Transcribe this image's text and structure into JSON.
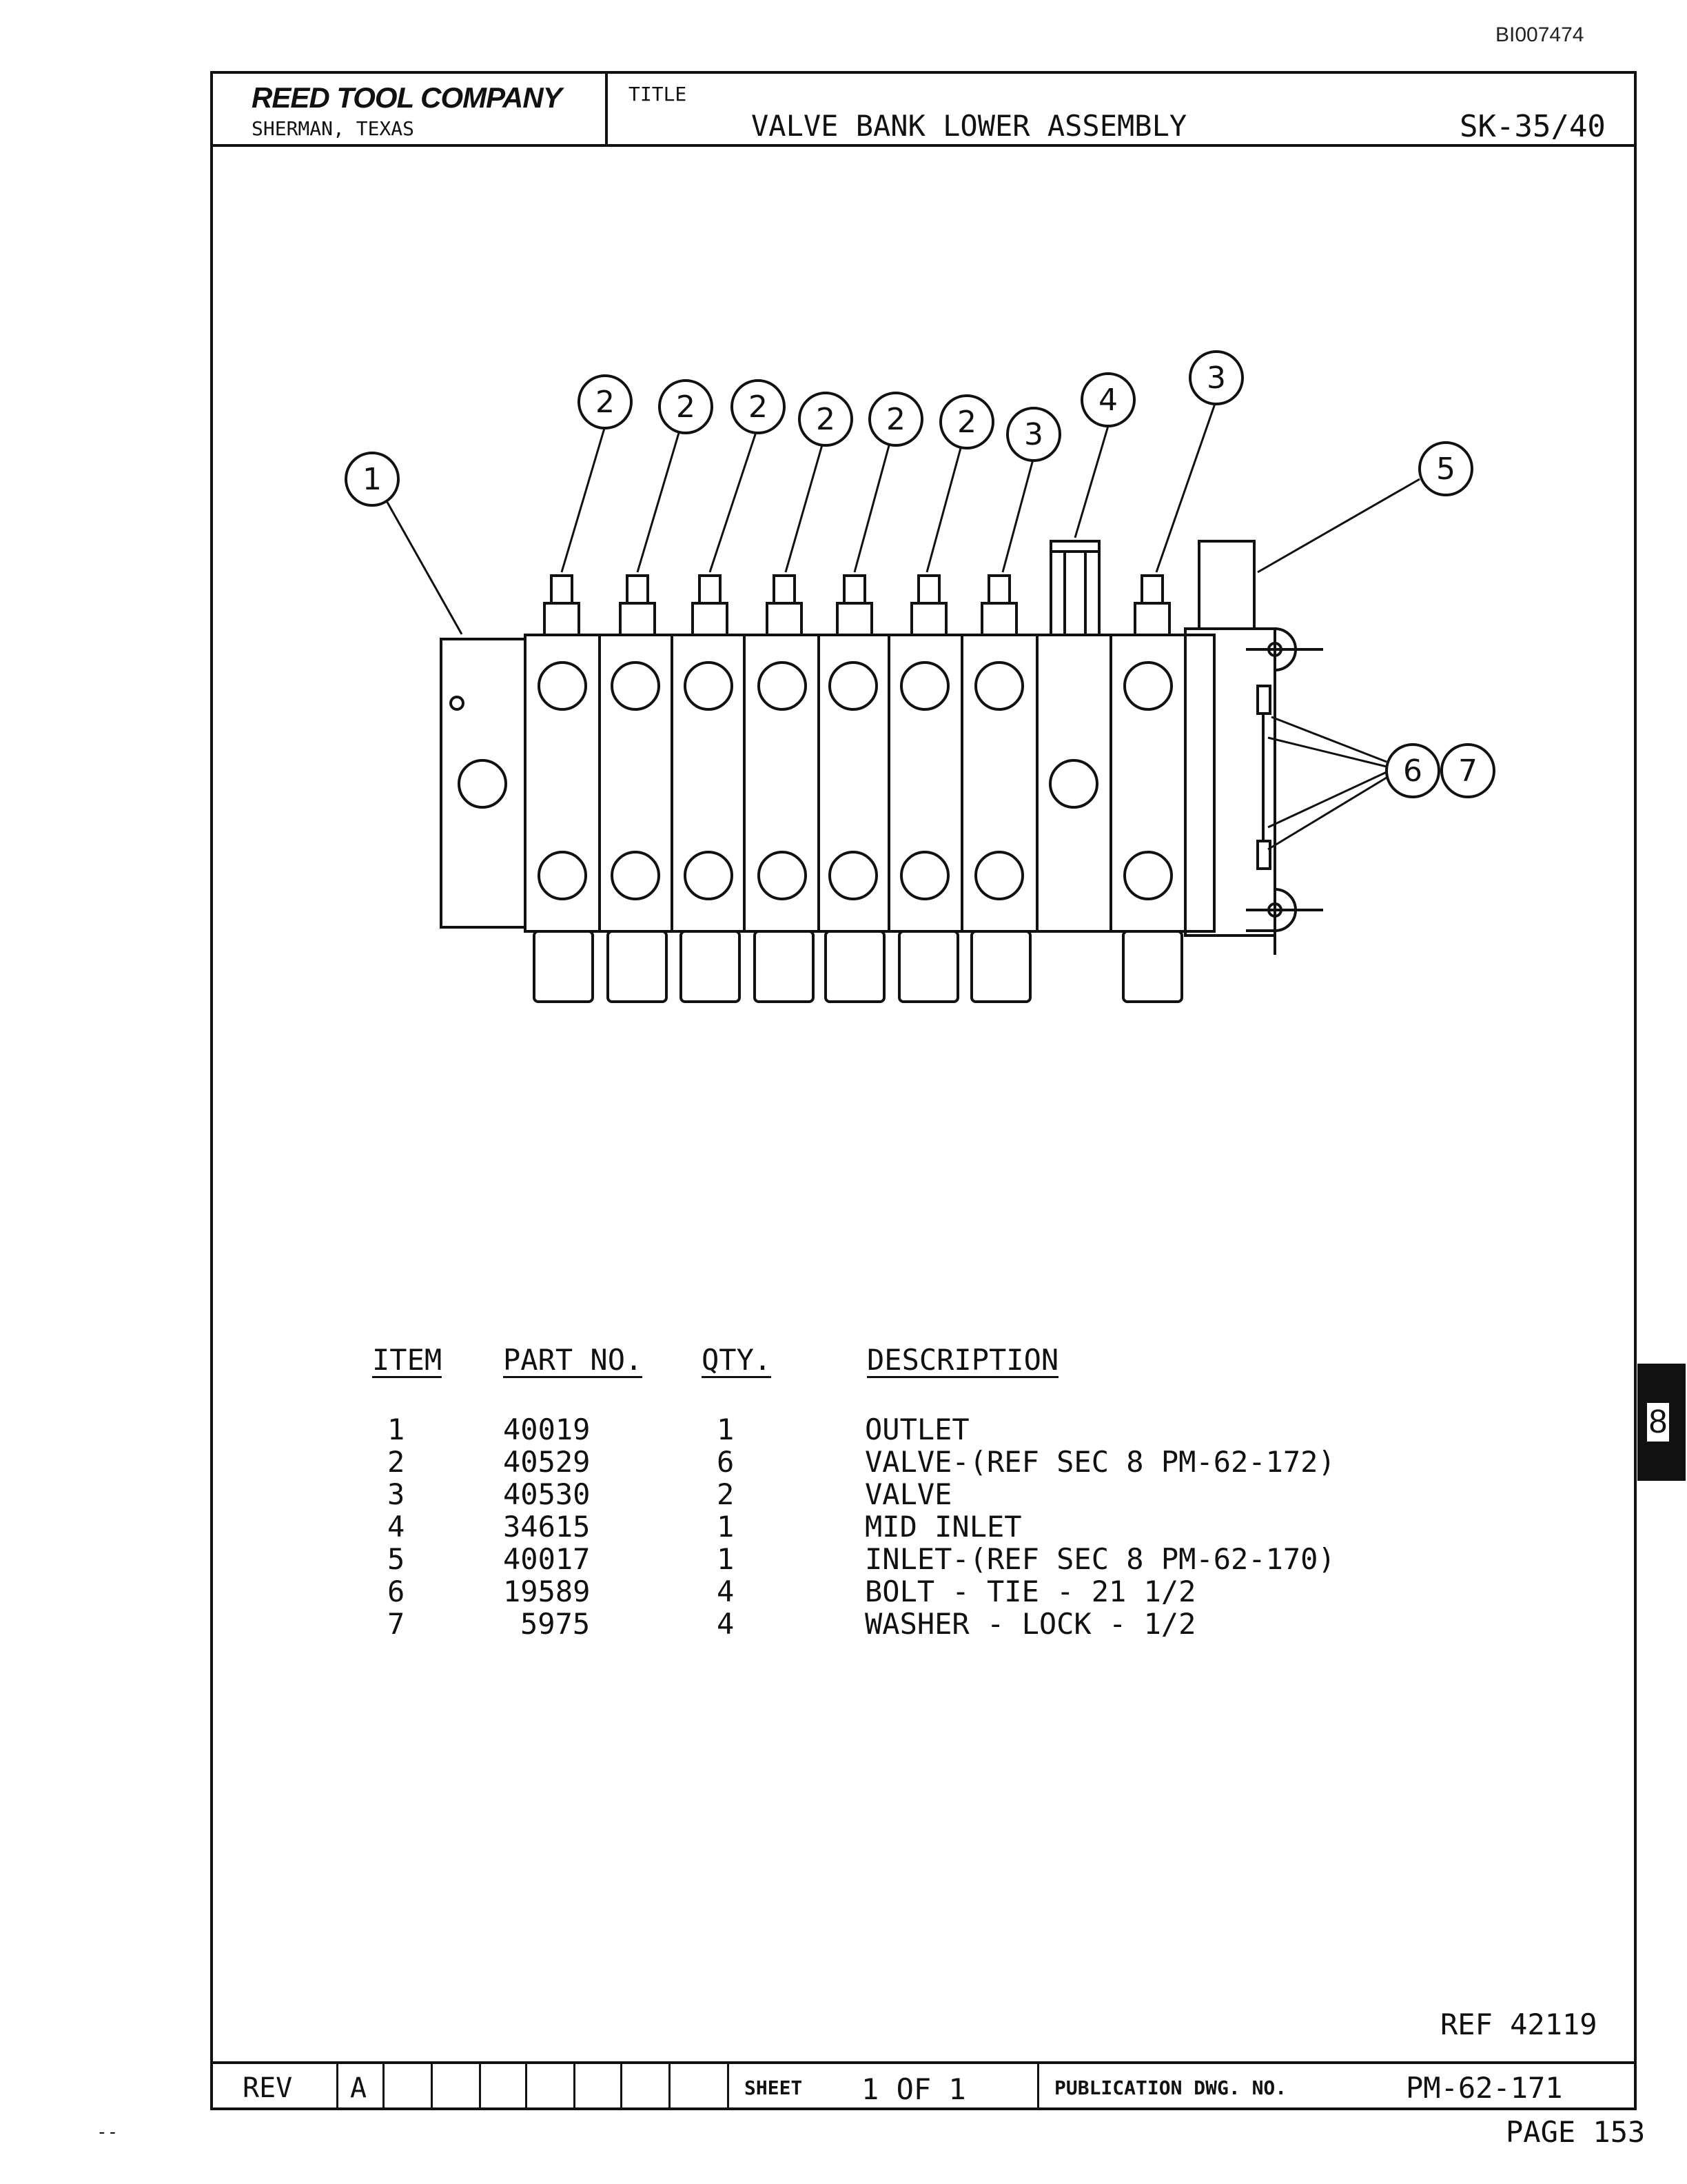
{
  "doc_id": "BI007474",
  "title_block": {
    "company_name": "REED TOOL COMPANY",
    "company_location": "SHERMAN, TEXAS",
    "title_label": "TITLE",
    "title": "VALVE BANK LOWER ASSEMBLY",
    "sheet_code": "SK-35/40"
  },
  "diagram": {
    "callouts": [
      "1",
      "2",
      "2",
      "2",
      "2",
      "2",
      "2",
      "3",
      "4",
      "3",
      "5",
      "6",
      "7"
    ]
  },
  "parts_table": {
    "headers": [
      "ITEM",
      "PART NO.",
      "QTY.",
      "DESCRIPTION"
    ],
    "rows": [
      {
        "item": "1",
        "part_no": "40019",
        "qty": "1",
        "description": "OUTLET"
      },
      {
        "item": "2",
        "part_no": "40529",
        "qty": "6",
        "description": "VALVE-(REF SEC 8 PM-62-172)"
      },
      {
        "item": "3",
        "part_no": "40530",
        "qty": "2",
        "description": "VALVE"
      },
      {
        "item": "4",
        "part_no": "34615",
        "qty": "1",
        "description": "MID INLET"
      },
      {
        "item": "5",
        "part_no": "40017",
        "qty": "1",
        "description": "INLET-(REF SEC 8 PM-62-170)"
      },
      {
        "item": "6",
        "part_no": "19589",
        "qty": "4",
        "description": "BOLT - TIE - 21 1/2"
      },
      {
        "item": "7",
        "part_no": "5975",
        "qty": "4",
        "description": "WASHER - LOCK - 1/2"
      }
    ]
  },
  "reference": "REF 42119",
  "footer": {
    "rev_label": "REV",
    "rev_value": "A",
    "sheet_label": "SHEET",
    "sheet_value": "1 OF 1",
    "publication_label": "PUBLICATION DWG. NO.",
    "publication_value": "PM-62-171"
  },
  "page_label": "PAGE 153",
  "section_tab": "8",
  "margin_mark": "--"
}
